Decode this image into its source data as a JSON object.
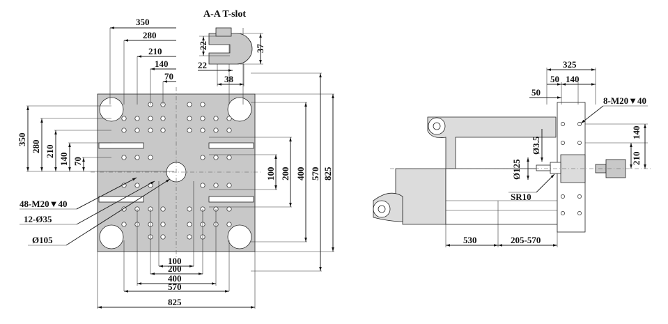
{
  "section": {
    "title": "A-A T-slot",
    "dims": [
      "22",
      "37",
      "22",
      "38"
    ]
  },
  "front_view": {
    "top_dims": [
      "350",
      "280",
      "210",
      "140",
      "70"
    ],
    "left_dims": [
      "350",
      "280",
      "210",
      "140",
      "70"
    ],
    "right_dims": [
      "100",
      "200",
      "400",
      "570",
      "825"
    ],
    "bottom_dims": [
      "100",
      "200",
      "400",
      "570",
      "825"
    ],
    "callouts": [
      "48-M20▼40",
      "12-Ø35",
      "Ø105"
    ]
  },
  "side_view": {
    "top_dims": [
      "325",
      "50",
      "50",
      "140"
    ],
    "callout": "8-M20▼40",
    "right_dims": [
      "140",
      "210"
    ],
    "nozzle_dims": [
      "Ø3.5",
      "Ø125",
      "SR10"
    ],
    "bottom_dims": [
      "530",
      "205-570"
    ]
  }
}
